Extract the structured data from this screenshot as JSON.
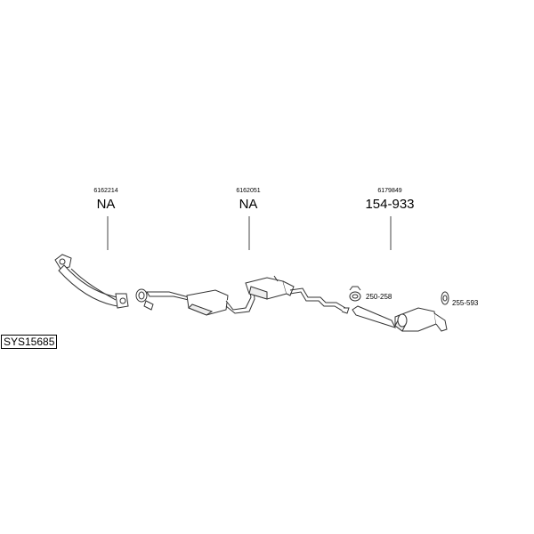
{
  "parts": [
    {
      "oem": "6162214",
      "number": "NA"
    },
    {
      "oem": "6162051",
      "number": "NA"
    },
    {
      "oem": "6179849",
      "number": "154-933"
    }
  ],
  "accessories": [
    {
      "label": "250-258",
      "icon": "clamp-icon"
    },
    {
      "label": "255-593",
      "icon": "rubber-mount-icon"
    }
  ],
  "system_code": "SYS15685"
}
